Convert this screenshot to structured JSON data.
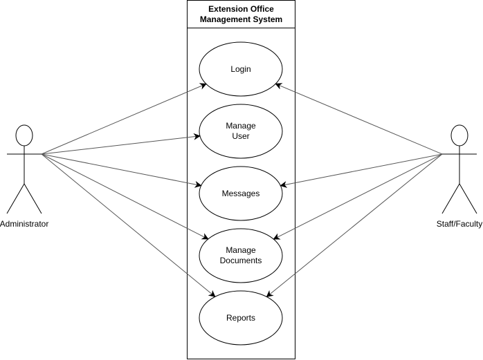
{
  "system": {
    "title_line1": "Extension Office",
    "title_line2": "Management System"
  },
  "actors": {
    "left": {
      "name": "Administrator"
    },
    "right": {
      "name": "Staff/Faculty"
    }
  },
  "usecases": [
    {
      "id": "login",
      "lines": [
        "Login"
      ]
    },
    {
      "id": "manage-user",
      "lines": [
        "Manage",
        "User"
      ]
    },
    {
      "id": "messages",
      "lines": [
        "Messages"
      ]
    },
    {
      "id": "manage-documents",
      "lines": [
        "Manage",
        "Documents"
      ]
    },
    {
      "id": "reports",
      "lines": [
        "Reports"
      ]
    }
  ],
  "associations": {
    "left_actor_to": [
      "login",
      "manage-user",
      "messages",
      "manage-documents",
      "reports"
    ],
    "right_actor_to": [
      "login",
      "messages",
      "manage-documents",
      "reports"
    ]
  },
  "colors": {
    "line": "#555555",
    "outline": "#000000",
    "background": "#ffffff"
  }
}
